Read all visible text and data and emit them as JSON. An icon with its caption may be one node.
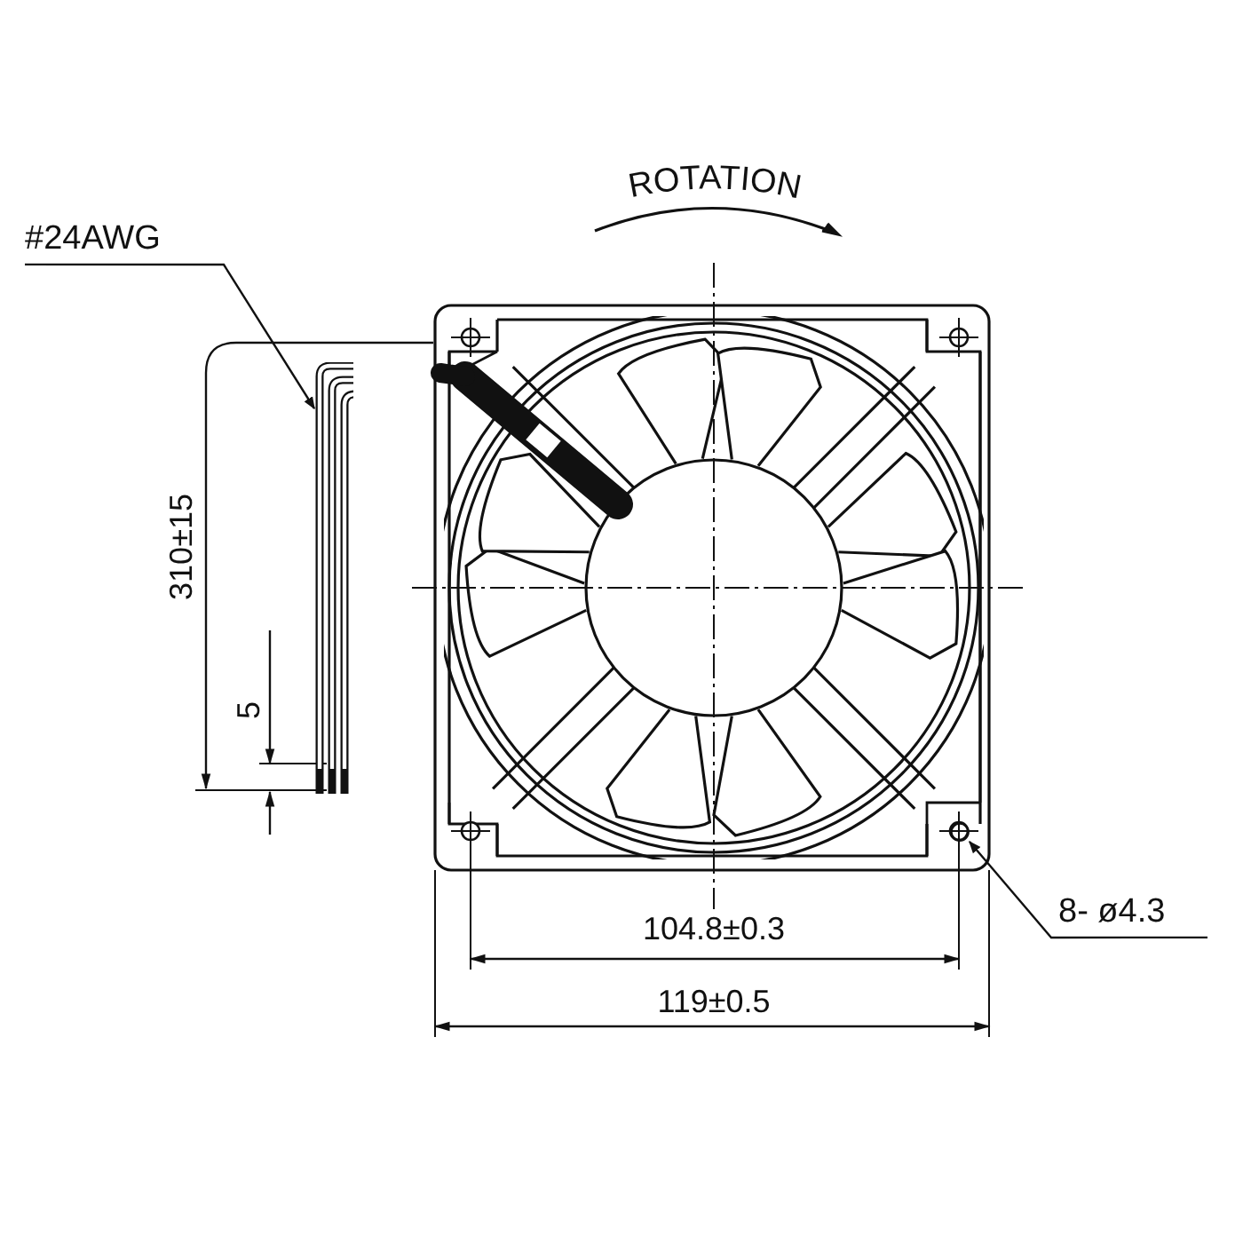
{
  "diagram": {
    "nodes": [
      {
        "text": [
          "#24AWG"
        ]
      },
      {
        "text": [],
        "shape": "picture"
      },
      {
        "text": [
          "8- ø4.3"
        ]
      },
      {
        "text": [],
        "shape": "circle"
      }
    ],
    "edges": [
      {
        "from": 0,
        "to": 1,
        "arrow": "to"
      },
      {
        "from": 2,
        "to": 3,
        "arrow": "to"
      }
    ],
    "labels": [
      "ROTATION",
      "310±15",
      "5",
      "104.8±0.3",
      "119±0.5"
    ]
  }
}
